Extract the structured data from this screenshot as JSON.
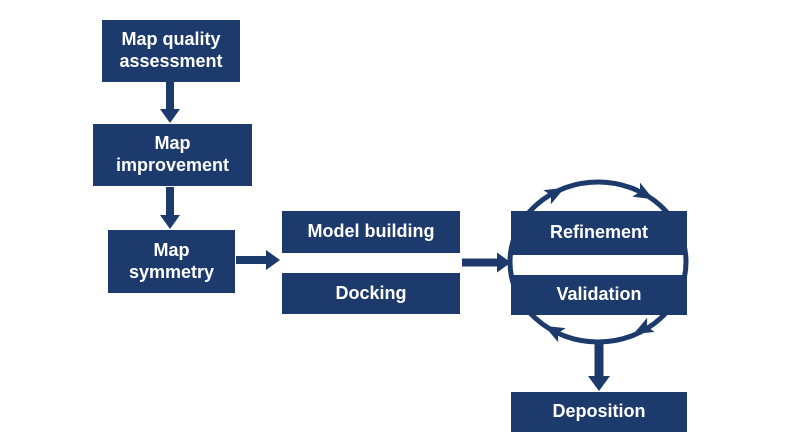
{
  "diagram": {
    "type": "flowchart",
    "colors": {
      "box": "#1c3a6b",
      "arrow": "#1c3a6b",
      "text": "#ffffff",
      "background": "#ffffff"
    },
    "boxes": [
      {
        "id": "map-quality-assessment",
        "label": "Map quality\nassessment"
      },
      {
        "id": "map-improvement",
        "label": "Map\nimprovement"
      },
      {
        "id": "map-symmetry",
        "label": "Map\nsymmetry"
      },
      {
        "id": "model-building",
        "label": "Model building"
      },
      {
        "id": "docking",
        "label": "Docking"
      },
      {
        "id": "refinement",
        "label": "Refinement"
      },
      {
        "id": "validation",
        "label": "Validation"
      },
      {
        "id": "deposition",
        "label": "Deposition"
      }
    ],
    "connections": [
      {
        "from": "map-quality-assessment",
        "to": "map-improvement",
        "style": "block-arrow-down"
      },
      {
        "from": "map-improvement",
        "to": "map-symmetry",
        "style": "block-arrow-down"
      },
      {
        "from": "map-symmetry",
        "to": "model-building / docking",
        "style": "block-arrow-right"
      },
      {
        "from": "model-building / docking",
        "to": "refinement / validation",
        "style": "block-arrow-right"
      },
      {
        "between": [
          "refinement",
          "validation"
        ],
        "style": "circular-cycle",
        "direction": "clockwise",
        "arrowheads": 4
      },
      {
        "from": "refinement / validation cycle",
        "to": "deposition",
        "style": "block-arrow-down"
      }
    ]
  }
}
